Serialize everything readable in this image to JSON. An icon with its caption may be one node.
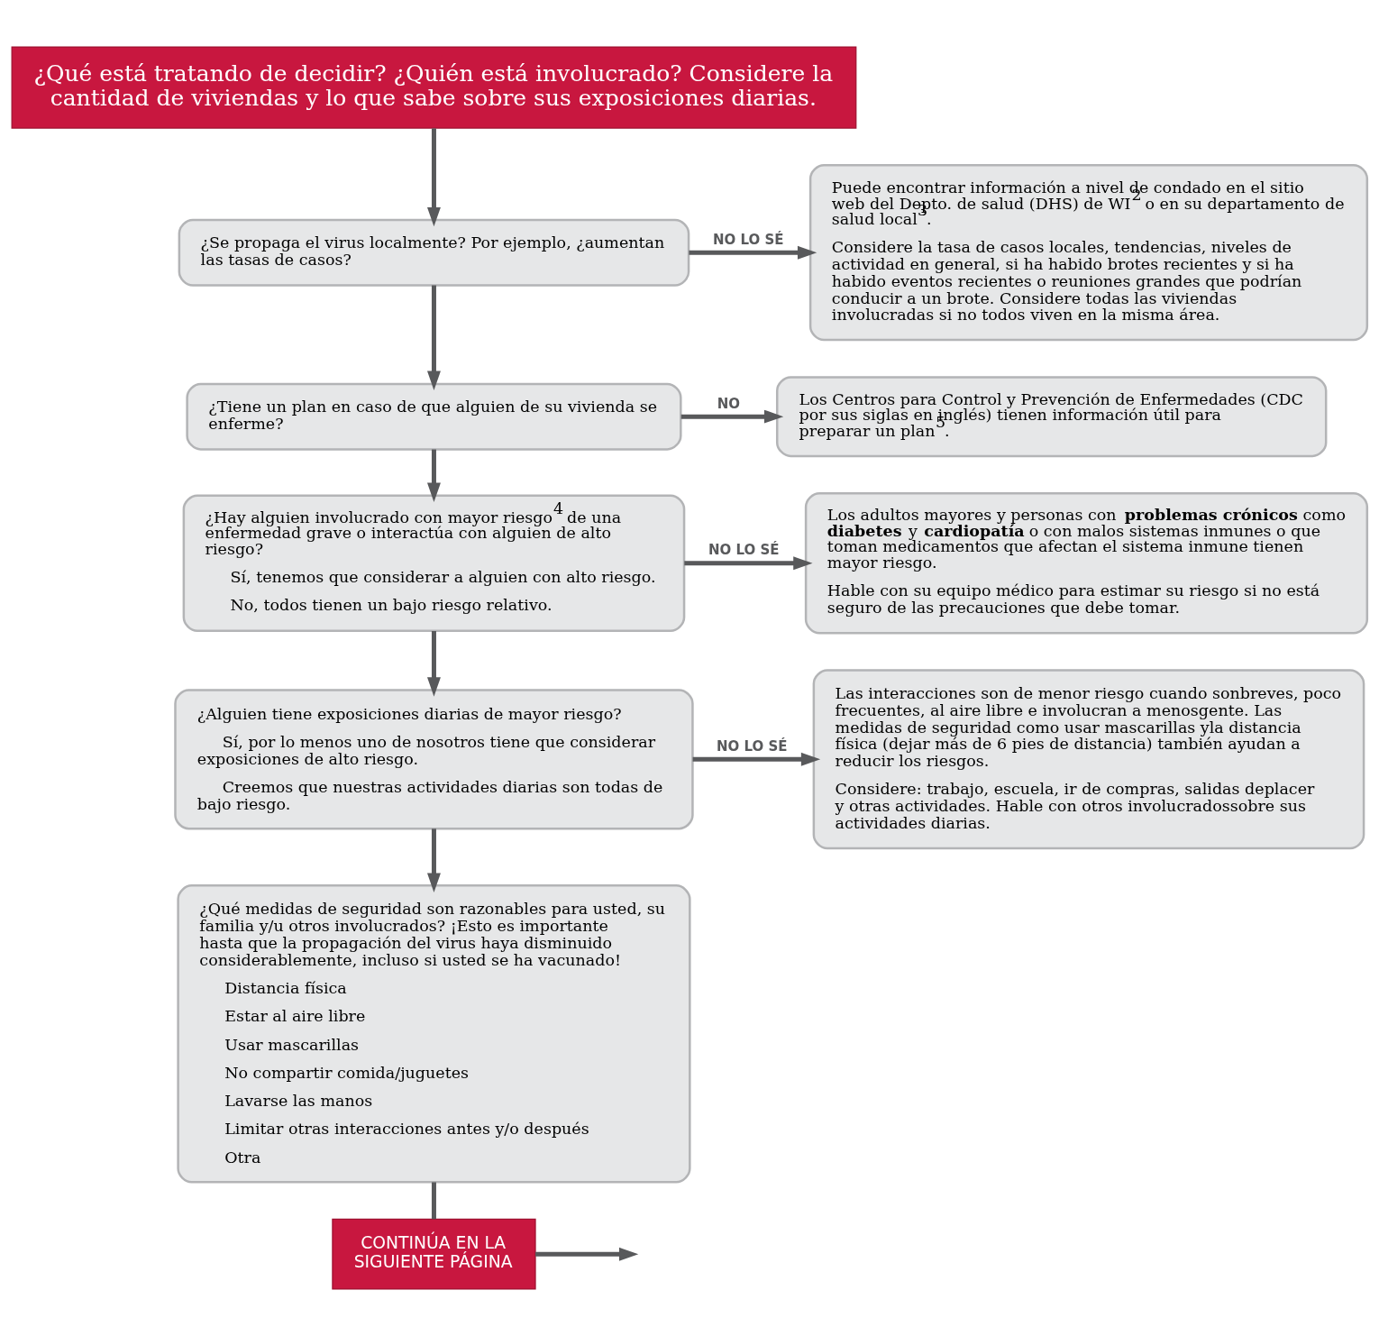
{
  "diagram": {
    "nodes": [
      {
        "text": [
          "¿Qué está tratando de decidir? ¿Quién está involucrado? Considere la cantidad de viviendas y lo que sabe sobre sus exposiciones diarias."
        ]
      },
      {
        "text": [
          "¿Se propaga el virus localmente? Por ejemplo, ¿aumentan las tasas de casos?"
        ]
      },
      {
        "text": [
          "¿Tiene un plan en caso de que alguien de su vivienda se enferme?"
        ]
      },
      {
        "text": [
          "¿Hay alguien involucrado con mayor riesgo$^{4}$ de una enfermedad grave o interactúa con alguien de alto riesgo?",
          "Sí, tenemos que considerar a alguien con alto riesgo.",
          "No, todos tienen un bajo riesgo relativo."
        ]
      },
      {
        "text": [
          "¿Alguien tiene exposiciones diarias de mayor riesgo?",
          "Sí, por lo menos uno de nosotros tiene que considerar exposiciones de alto riesgo.",
          "Creemos que nuestras actividades diarias son todas de bajo riesgo."
        ]
      },
      {
        "text": [
          "¿Qué medidas de seguridad son razonables para usted, su familia y/u otros involucrados? ¡Esto es importante hasta que la propagación del virus haya disminuido considerablemente, incluso si usted se ha vacunado!",
          "Distancia física",
          "Estar al aire libre",
          "Usar mascarillas",
          "No compartir comida/juguetes",
          "Lavarse las manos",
          "Limitar otras interacciones antes y/o después",
          "Otra"
        ]
      },
      {
        "text": [
          "Puede encontrar información a nivel de condado en el sitio web del Depto. de salud (DHS) de WI$^{2}$ o en su departamento de salud local$^{3}$.",
          "Considere la tasa de casos locales, tendencias, niveles de actividad en general, si ha habido brotes recientes y si ha habido eventos recientes o reuniones grandes que podrían conducir a un brote. Considere todas las viviendas involucradas si no todos viven en la misma área."
        ]
      },
      {
        "text": [
          "Los Centros para Control y Prevención de Enfermedades (CDC por sus siglas en inglés) tienen información útil para preparar un plan$^{5}$."
        ]
      },
      {
        "text": [
          "Los adultos mayores y personas con **problemas crónicos** como **diabetes** y **cardiopatía** o con malos sistemas inmunes o que toman medicamentos que afectan el sistema inmune tienen mayor riesgo.",
          "Hable con su equipo médico para estimar su riesgo si no está seguro de las precauciones que debe tomar."
        ]
      },
      {
        "text": [
          "Las interacciones son de menor riesgo cuando sonbreves, poco frecuentes, al aire libre e involucran a menosgente. Las medidas de seguridad como usar mascarillas yla distancia física (dejar más de 6 pies de distancia) también ayudan a reducir los riesgos.",
          "Considere: trabajo, escuela, ir de compras, salidas deplacer y otras actividades. Hable con otros involucradossobre sus actividades diarias."
        ]
      },
      {
        "text": [
          "CONTINÚA EN LA SIGUIENTE PÁGINA"
        ]
      }
    ],
    "edges": [
      {
        "from": 0,
        "to": 1,
        "arrow": "to"
      },
      {
        "from": 1,
        "to": 2,
        "arrow": "to"
      },
      {
        "from": 2,
        "to": 3,
        "arrow": "to"
      },
      {
        "from": 3,
        "to": 4,
        "arrow": "to"
      },
      {
        "from": 4,
        "to": 5,
        "arrow": "to"
      },
      {
        "from": 1,
        "to": 6,
        "arrow": "to",
        "label": "NO LO SÉ"
      },
      {
        "from": 2,
        "to": 7,
        "arrow": "to",
        "label": "NO"
      },
      {
        "from": 3,
        "to": 8,
        "arrow": "to",
        "label": "NO LO SÉ"
      },
      {
        "from": 4,
        "to": 9,
        "arrow": "to",
        "label": "NO LO SÉ"
      },
      {
        "from": 5,
        "to": 10,
        "arrow": "none"
      },
      {
        "from": 10,
        "to": null,
        "arrow": "to"
      }
    ]
  }
}
